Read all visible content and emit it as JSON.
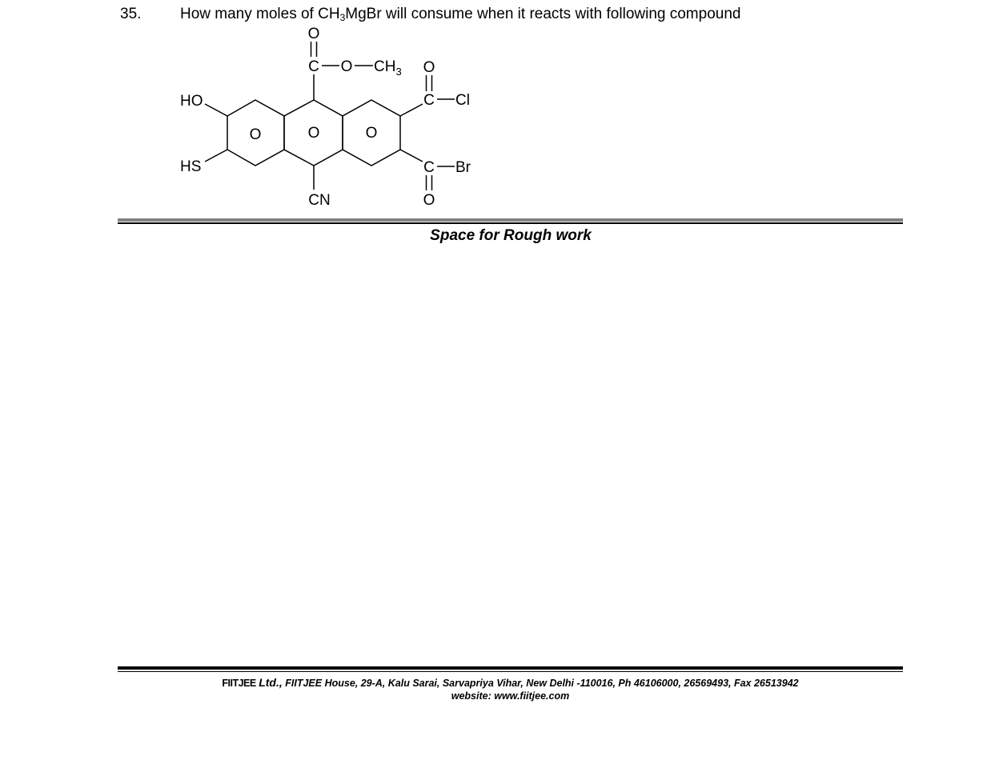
{
  "question": {
    "number": "35.",
    "text_before": "How many moles of CH",
    "sub": "3",
    "text_after": "MgBr will consume when it reacts with following compound"
  },
  "structure_labels": {
    "o_top": "O",
    "c_top": "C",
    "o_ester": "O",
    "ch": "CH",
    "ch_sub": "3",
    "o_acyl_cl": "O",
    "c_acyl_cl": "C",
    "cl": "Cl",
    "ho": "HO",
    "hs": "HS",
    "ring_1": "O",
    "ring_2": "O",
    "ring_3": "O",
    "c_acyl_br": "C",
    "br": "Br",
    "o_acyl_br": "O",
    "cn": "CN"
  },
  "rough_work_label": "Space for Rough work",
  "footer": {
    "brand": "FIITJEE",
    "ltd": "Ltd.,",
    "address": "FIITJEE House, 29-A, Kalu  Sarai, Sarvapriya Vihar, New Delhi -110016, Ph 46106000, 26569493, Fax 26513942",
    "website": "website: www.fiitjee.com"
  }
}
